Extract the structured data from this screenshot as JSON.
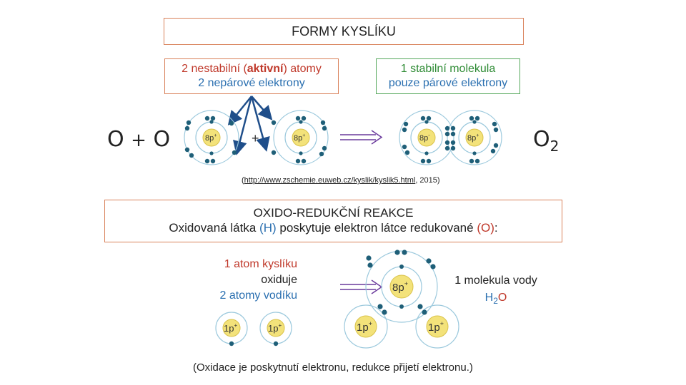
{
  "header": {
    "title": "FORMY KYSLÍKU"
  },
  "unstable_box": {
    "line1_prefix": "2 nestabilní (",
    "line1_bold": "aktivní",
    "line1_suffix": ") atomy",
    "line2": "2 nepárové elektrony"
  },
  "stable_box": {
    "line1": "1 stabilní molekula",
    "line2": "pouze párové elektrony"
  },
  "equation_left": {
    "o1": "O",
    "plus": "+",
    "o2": "O"
  },
  "equation_right": {
    "o": "O",
    "sub": "2"
  },
  "atoms": {
    "nucleus_8p": "8p",
    "charge_plus": "+",
    "charge_minus": "-",
    "plus_between": "+",
    "nucleus_1p": "1p"
  },
  "citation": {
    "open": "(",
    "link": "http://www.zschemie.euweb.cz/kyslik/kyslik5.html",
    "rest": ", 2015)"
  },
  "redox": {
    "title": "OXIDO-REDUKČNÍ REAKCE",
    "line_a": "Oxidovaná látka ",
    "line_h": "(H)",
    "line_b": " poskytuje elektron látce redukované ",
    "line_o": "(O)",
    "line_c": ":"
  },
  "oxygen_label": {
    "line1": "1 atom kyslíku",
    "line2": "oxiduje",
    "line3": "2 atomy vodíku"
  },
  "water_label": {
    "line1": "1 molekula vody",
    "formula_h": "H",
    "formula_sub": "2",
    "formula_o": "O"
  },
  "footer": {
    "note": "(Oxidace je poskytnutí elektronu, redukce přijetí elektronu.)"
  },
  "colors": {
    "orange_border": "#d9825b",
    "green_border": "#56a85c",
    "red_text": "#c0392b",
    "blue_text": "#2a6fb0",
    "electron": "#1f5f78",
    "nucleus": "#f3e27a"
  }
}
